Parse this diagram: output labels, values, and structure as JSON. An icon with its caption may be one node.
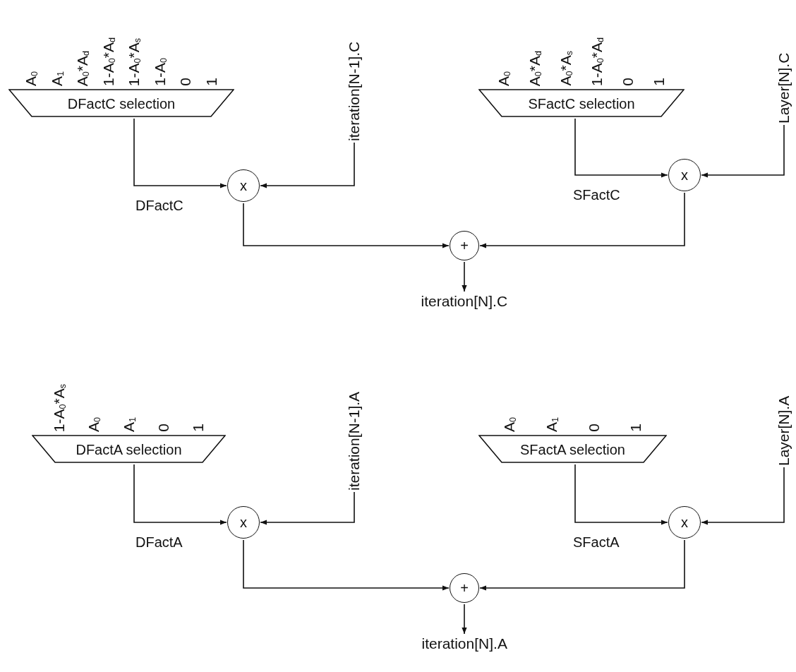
{
  "diagram": {
    "nodes": [
      {
        "text": [
          "A$_{0}$",
          "A$_{1}$",
          "A$_{0}$*A$_{d}$",
          "1-A$_{0}$*A$_{d}$",
          "1-A$_{0}$*A$_{s}$",
          "1-A$_{0}$",
          "0",
          "1",
          "DFactC selection"
        ]
      },
      {
        "text": [
          "iteration[N-1].C"
        ]
      },
      {
        "text": [
          "x"
        ]
      },
      {
        "text": [
          "A$_{0}$",
          "A$_{0}$*A$_{d}$",
          "A$_{0}$*A$_{s}$",
          "1-A$_{0}$*A$_{d}$",
          "0",
          "1",
          "SFactC selection"
        ]
      },
      {
        "text": [
          "Layer[N].C"
        ]
      },
      {
        "text": [
          "x"
        ]
      },
      {
        "text": [
          "+"
        ]
      },
      {
        "text": [
          "iteration[N].C"
        ]
      },
      {
        "text": [
          "1-A$_{0}$*A$_{s}$",
          "A$_{0}$",
          "A$_{1}$",
          "0",
          "1",
          "DFactA selection"
        ]
      },
      {
        "text": [
          "iteration[N-1].A"
        ]
      },
      {
        "text": [
          "x"
        ]
      },
      {
        "text": [
          "A$_{0}$",
          "A$_{1}$",
          "0",
          "1",
          "SFactA selection"
        ]
      },
      {
        "text": [
          "Layer[N].A"
        ]
      },
      {
        "text": [
          "x"
        ]
      },
      {
        "text": [
          "+"
        ]
      },
      {
        "text": [
          "iteration[N].A"
        ]
      }
    ],
    "edges": [
      {
        "from": 0,
        "to": 2,
        "arrow": "to",
        "label": "DFactC"
      },
      {
        "from": 1,
        "to": 2,
        "arrow": "to"
      },
      {
        "from": 3,
        "to": 5,
        "arrow": "to",
        "label": "SFactC"
      },
      {
        "from": 4,
        "to": 5,
        "arrow": "to"
      },
      {
        "from": 2,
        "to": 6,
        "arrow": "to"
      },
      {
        "from": 5,
        "to": 6,
        "arrow": "to"
      },
      {
        "from": 6,
        "to": 7,
        "arrow": "to"
      },
      {
        "from": 8,
        "to": 10,
        "arrow": "to",
        "label": "DFactA"
      },
      {
        "from": 9,
        "to": 10,
        "arrow": "to"
      },
      {
        "from": 11,
        "to": 13,
        "arrow": "to",
        "label": "SFactA"
      },
      {
        "from": 12,
        "to": 13,
        "arrow": "to"
      },
      {
        "from": 10,
        "to": 14,
        "arrow": "to"
      },
      {
        "from": 13,
        "to": 14,
        "arrow": "to"
      },
      {
        "from": 14,
        "to": 15,
        "arrow": "to"
      }
    ]
  }
}
